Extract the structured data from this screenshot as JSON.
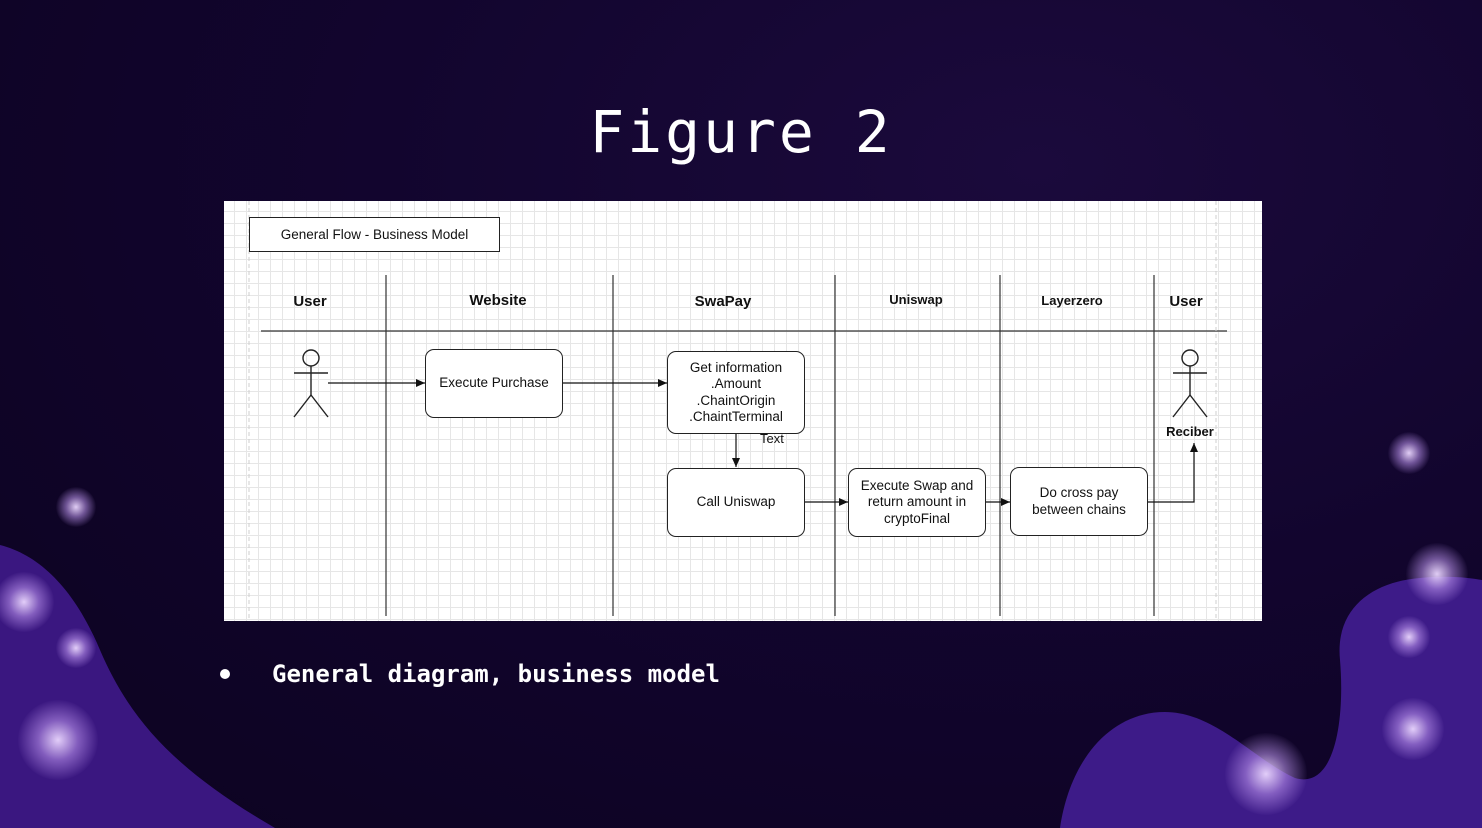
{
  "slide": {
    "title": "Figure 2",
    "bullet": "General diagram, business model"
  },
  "diagram": {
    "title": "General Flow - Business Model",
    "lanes": [
      "User",
      "Website",
      "SwaPay",
      "Uniswap",
      "Layerzero",
      "User"
    ],
    "boxes": {
      "execute_purchase": "Execute Purchase",
      "get_information": [
        "Get information",
        ".Amount",
        ".ChaintOrigin",
        ".ChaintTerminal"
      ],
      "call_uniswap": "Call Uniswap",
      "execute_swap": [
        "Execute Swap and",
        "return amount in",
        "cryptoFinal"
      ],
      "cross_pay": [
        "Do cross pay",
        "between chains"
      ]
    },
    "edge_label": "Text",
    "receiver_label": "Reciber"
  },
  "colors": {
    "background": "#12052e",
    "blob": "#3e1a86",
    "text": "#ffffff",
    "line": "#222222"
  }
}
